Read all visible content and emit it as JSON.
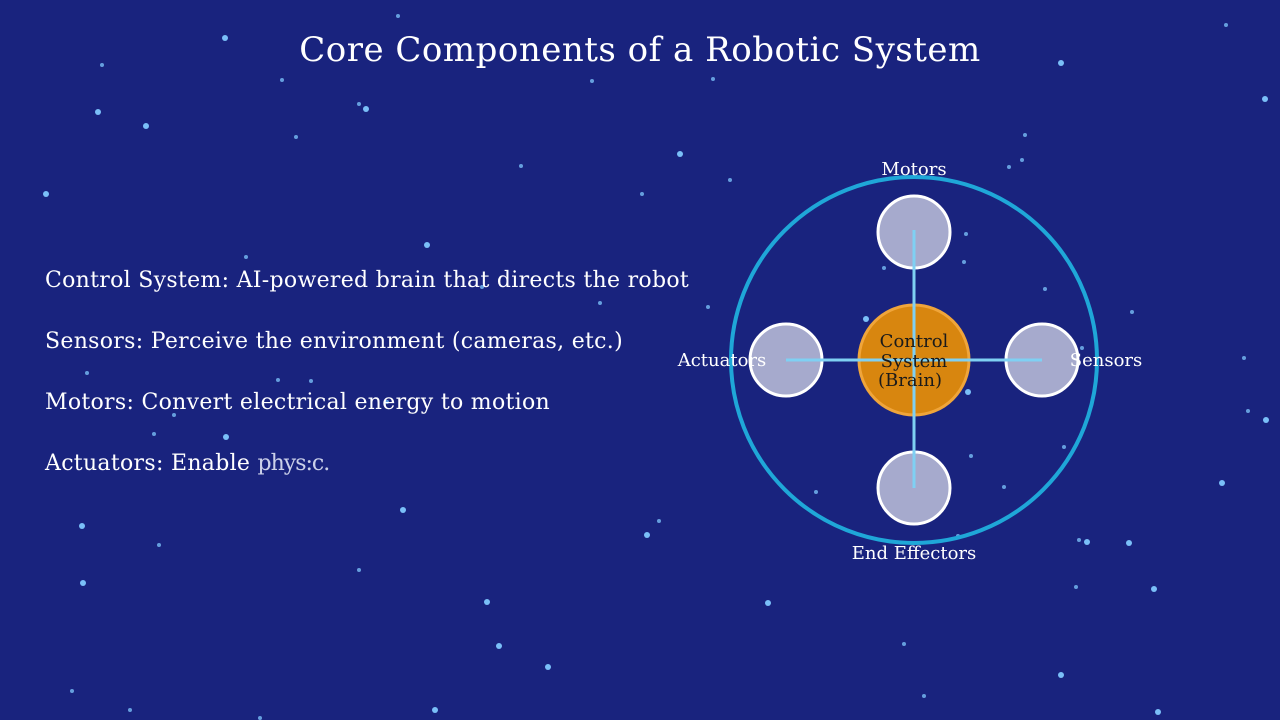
{
  "slide": {
    "title": "Core Components of a Robotic System"
  },
  "bullets": [
    {
      "label": "Control System",
      "text": "AI-powered brain that directs the robot"
    },
    {
      "label": "Sensors",
      "text": "Perceive the environment (cameras, etc.)"
    },
    {
      "label": "Motors",
      "text": "Convert electrical energy to motion"
    },
    {
      "label": "Actuators",
      "text": "Enable ",
      "tail": "phys:c."
    }
  ],
  "diagram": {
    "center_lines": [
      "Control",
      "System",
      "(Brain)"
    ],
    "nodes": {
      "top": "Motors",
      "left": "Actuators",
      "right": "Sensors",
      "bottom": "End Effectors"
    }
  },
  "colors": {
    "background": "#19237e",
    "ring": "#1fa7d8",
    "node_fill": "#a6aacd",
    "node_stroke": "#ffffff",
    "center_fill": "#d8860f",
    "center_stroke": "#f0a53a",
    "connector": "#7fd0f3",
    "star": "#7fc8ff"
  }
}
